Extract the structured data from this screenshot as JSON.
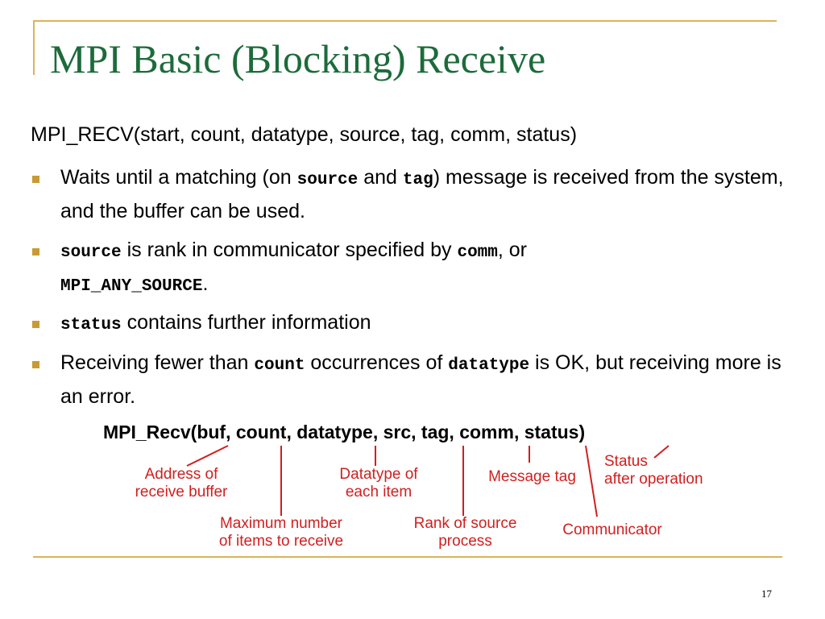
{
  "slide": {
    "title": "MPI Basic (Blocking) Receive",
    "signature": "MPI_RECV(start, count, datatype, source, tag, comm, status)",
    "bullets": {
      "b1": {
        "t1": "Waits until a matching (on ",
        "c1": "source",
        "t2": " and ",
        "c2": "tag",
        "t3": ") message is received from the system, and the buffer can be used."
      },
      "b2": {
        "c1": "source",
        "t1": "  is rank in communicator specified by ",
        "c2": "comm",
        "t2": ", or ",
        "c3": "MPI_ANY_SOURCE",
        "t3": "."
      },
      "b3": {
        "c1": "status",
        "t1": " contains further information"
      },
      "b4": {
        "t1": "Receiving fewer than ",
        "c1": "count",
        "t2": " occurrences of ",
        "c2": "datatype",
        "t3": " is OK, but receiving more is an error."
      }
    },
    "diagram": {
      "call": "MPI_Recv(buf, count, datatype, src, tag, comm, status)",
      "annotations": {
        "buf_1": "Address of",
        "buf_2": "receive buffer",
        "count_1": "Maximum number",
        "count_2": "of items to receive",
        "datatype_1": "Datatype of",
        "datatype_2": "each item",
        "src_1": "Rank of source",
        "src_2": "process",
        "tag": "Message tag",
        "comm": "Communicator",
        "status_1": "Status",
        "status_2": "after operation"
      }
    },
    "page_number": "17",
    "colors": {
      "title": "#1d6b3b",
      "accent": "#d9b55a",
      "bullet": "#c99a34",
      "annotation": "#d11f1f"
    }
  }
}
